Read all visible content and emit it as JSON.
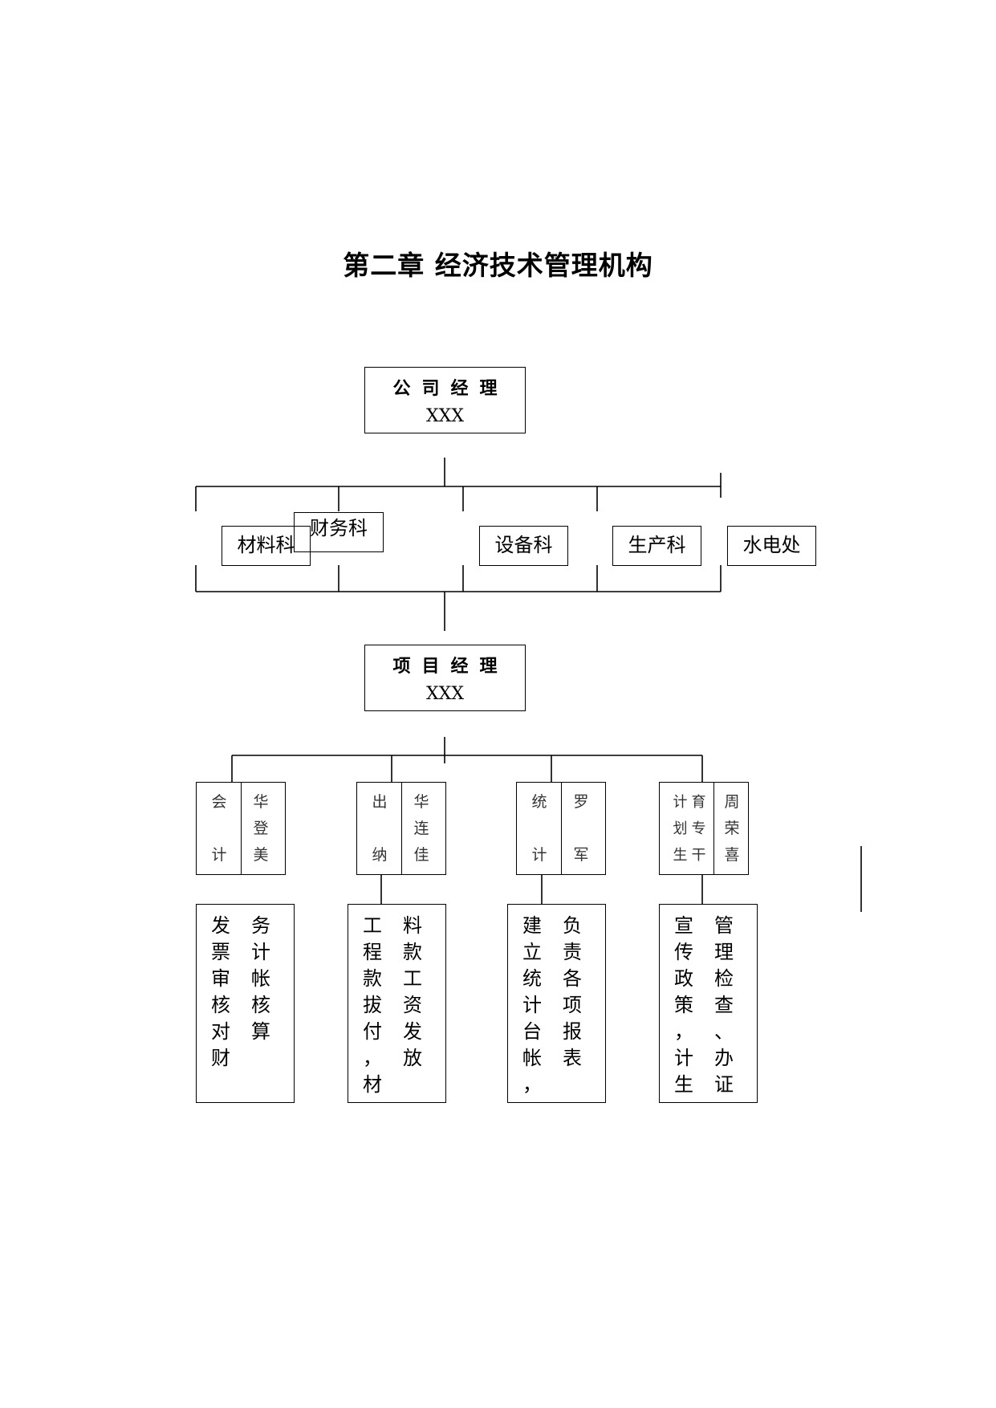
{
  "page_title": "第二章  经济技术管理机构",
  "company_manager": {
    "role": "公司经理",
    "name": "XXX"
  },
  "departments": [
    {
      "id": "materials",
      "label": "材料科"
    },
    {
      "id": "finance",
      "label": "财务科"
    },
    {
      "id": "equipment",
      "label": "设备科"
    },
    {
      "id": "production",
      "label": "生产科"
    },
    {
      "id": "hydropower",
      "label": "水电处"
    }
  ],
  "project_manager": {
    "role": "项目经理",
    "name": "XXX"
  },
  "staff": [
    {
      "role": "会计",
      "name": "华登美",
      "duty_left": "发票审核对财",
      "duty_right": "务计帐核算"
    },
    {
      "role": "出纳",
      "name": "华连佳",
      "duty_left": "工程款拔付，材",
      "duty_right": "料款工资发放"
    },
    {
      "role": "统计",
      "name": "罗军",
      "duty_left": "建立统计台帐，",
      "duty_right": "负责各项报表"
    },
    {
      "role": "计划生育专干",
      "name": "周荣喜",
      "duty_left": "宣传政策，计生",
      "duty_right": "管理检查、办证"
    }
  ]
}
